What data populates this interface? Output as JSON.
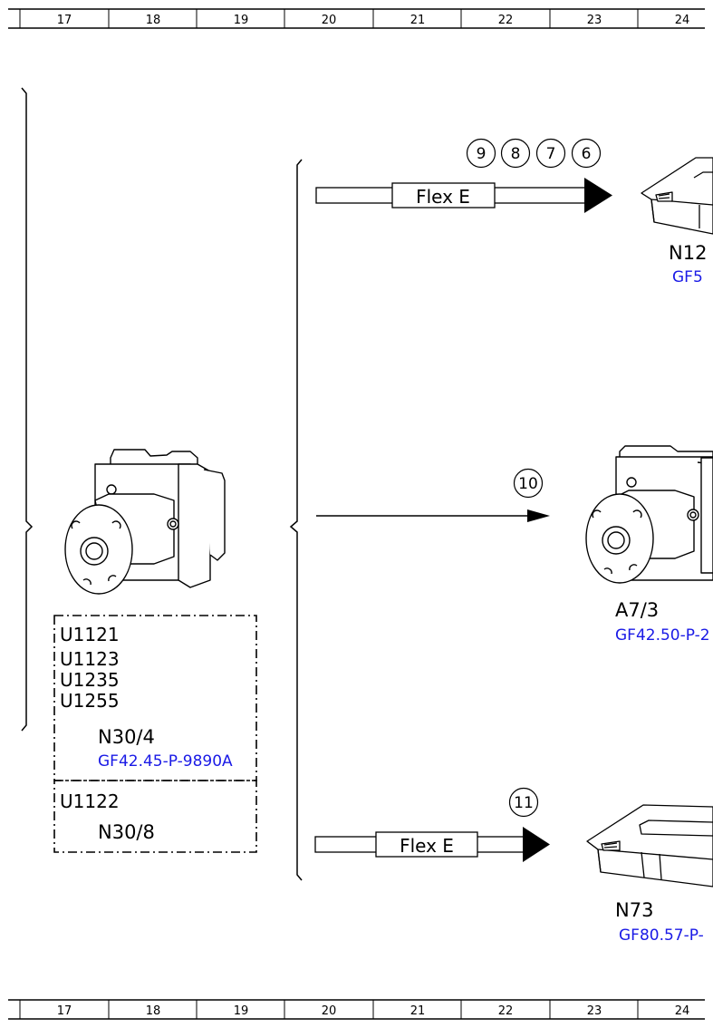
{
  "ruler": {
    "top_columns": [
      "17",
      "18",
      "19",
      "20",
      "21",
      "22",
      "23",
      "24"
    ],
    "bottom_columns": [
      "17",
      "18",
      "19",
      "20",
      "21",
      "22",
      "23",
      "24"
    ]
  },
  "source": {
    "codes_group_1": [
      "U1121",
      "U1123",
      "U1235",
      "U1255"
    ],
    "component_1": "N30/4",
    "component_1_link": "GF42.45-P-9890A",
    "codes_group_2": [
      "U1122"
    ],
    "component_2": "N30/8"
  },
  "targets": [
    {
      "signals": [
        "9",
        "8",
        "7",
        "6"
      ],
      "bus": "Flex E",
      "component": "N12",
      "link": "GF5"
    },
    {
      "signals": [
        "10"
      ],
      "bus": "",
      "component": "A7/3",
      "link": "GF42.50-P-2"
    },
    {
      "signals": [
        "11"
      ],
      "bus": "Flex E",
      "component": "N73",
      "link": "GF80.57-P-"
    }
  ],
  "colors": {
    "link": "#1a1ae6",
    "line": "#000000"
  }
}
